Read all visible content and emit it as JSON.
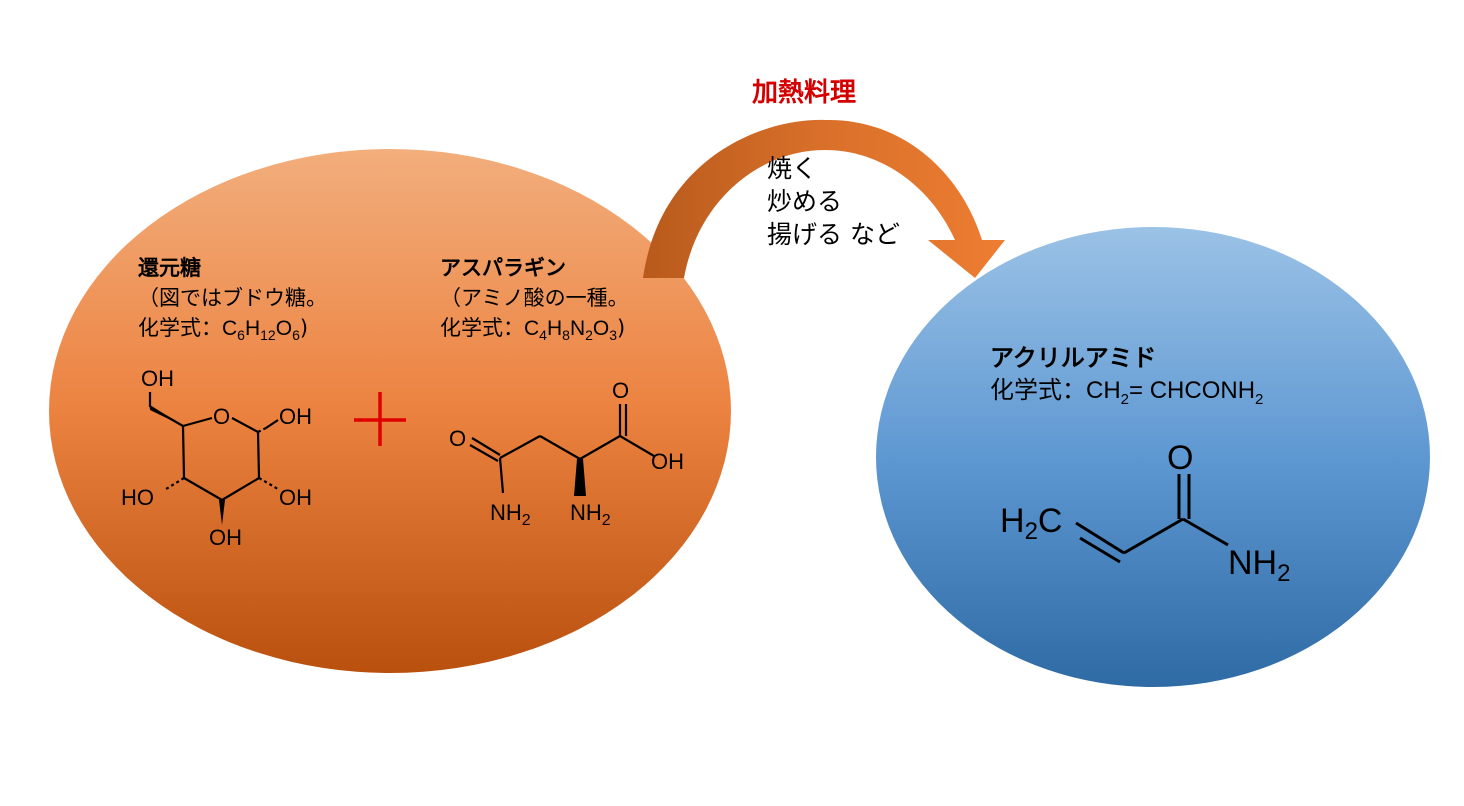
{
  "colors": {
    "left_ellipse_top": "#f2ae7c",
    "left_ellipse_bottom": "#b9500e",
    "right_ellipse_top": "#9bc2e6",
    "right_ellipse_bottom": "#2e6aa4",
    "arrow_light": "#ed7d31",
    "arrow_dark": "#b85a1c",
    "plus": "#e00000",
    "heat_title": "#d40000"
  },
  "process": {
    "title": "加熱料理",
    "methods": [
      "焼く",
      "炒める",
      "揚げる など"
    ]
  },
  "reducing_sugar": {
    "title": "還元糖",
    "note": "（図ではブドウ糖。",
    "formula_prefix": "化学式：",
    "formula_parts": [
      "C",
      "6",
      "H",
      "12",
      "O",
      "6",
      ")"
    ],
    "structure_labels": [
      "OH",
      "O",
      "OH",
      "HO",
      "OH",
      "OH"
    ]
  },
  "plus_sign": "+",
  "asparagine": {
    "title": "アスパラギン",
    "note": "（アミノ酸の一種。",
    "formula_prefix": "化学式：",
    "formula_parts": [
      "C",
      "4",
      "H",
      "8",
      "N",
      "2",
      "O",
      "3",
      ")"
    ],
    "structure_labels": [
      "O",
      "O",
      "OH",
      "NH",
      "2",
      "NH",
      "2"
    ]
  },
  "acrylamide": {
    "title": "アクリルアミド",
    "formula_prefix": "化学式：",
    "formula_parts": [
      "CH",
      "2",
      "= CHCONH",
      "2"
    ],
    "structure_labels": [
      "O",
      "H",
      "2",
      "C",
      "NH",
      "2"
    ]
  }
}
